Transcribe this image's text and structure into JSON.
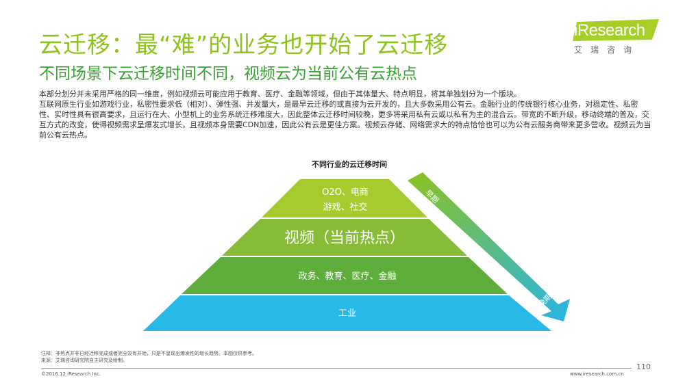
{
  "header": {
    "title": "云迁移：最“难”的业务也开始了云迁移",
    "subtitle": "不同场景下云迁移时间不同，视频云为当前公有云热点"
  },
  "brand": {
    "logo_text": "iResearch",
    "logo_sub": "艾瑞咨询",
    "accent_color": "#a8cf28"
  },
  "body": {
    "paragraphs": [
      "本部分划分并未采用严格的同一维度，例如视频云可能应用于教育、医疗、金融等领域，但由于其体量大、特点明显，将其单独划分为一个版块。",
      "互联网原生行业如游戏行业，私密性要求低（相对）、弹性强、并发量大，是最早云迁移的或直接为云开发的，且大多数采用公有云。金融行业的传统银行核心业务，对稳定性、私密性、实时性具有很高要求，且运行在大、小型机上的业务系统迁移难度大，因此整体云迁移时间较晚，更多将采用私有云或以私有为主的混合云。带宽的不断升级，移动终端的普及，交互方式的改变，使得视频需求呈爆发式增长，且视频本身需要CDN加速，因此公有云是更佳方案。视频云存储、网络需求大的特点恰恰也可以为公有云服务商带来更多营收。视频云为当前公有云热点。"
    ]
  },
  "diagram": {
    "title": "不同行业的云迁移时间",
    "levels": [
      {
        "lines": [
          "O2O、电商",
          "游戏、社交"
        ],
        "color": "#a6cb2f"
      },
      {
        "lines": [
          "视频（当前热点）"
        ],
        "color": "#86bc36"
      },
      {
        "lines": [
          "政务、教育、医疗、金融"
        ],
        "color": "#5fae3c"
      },
      {
        "lines": [
          "工业"
        ],
        "color": "#29b9e8"
      }
    ],
    "arrow": {
      "start_label": "早期",
      "end_label": "晚期",
      "color_start": "#8dc21f",
      "color_end": "#27b4e6"
    }
  },
  "footer": {
    "note": "注释：非热点并非已经迁移完成或者完全没有开始，只是不呈现出爆发性的增长趋势。本图仅供参考。",
    "source": "来源：艾瑞咨询研究院自主研究及绘制。",
    "page_number": "110",
    "copyright": "©2016.12 iResearch Inc.",
    "website": "www.iresearch.com.cn"
  }
}
